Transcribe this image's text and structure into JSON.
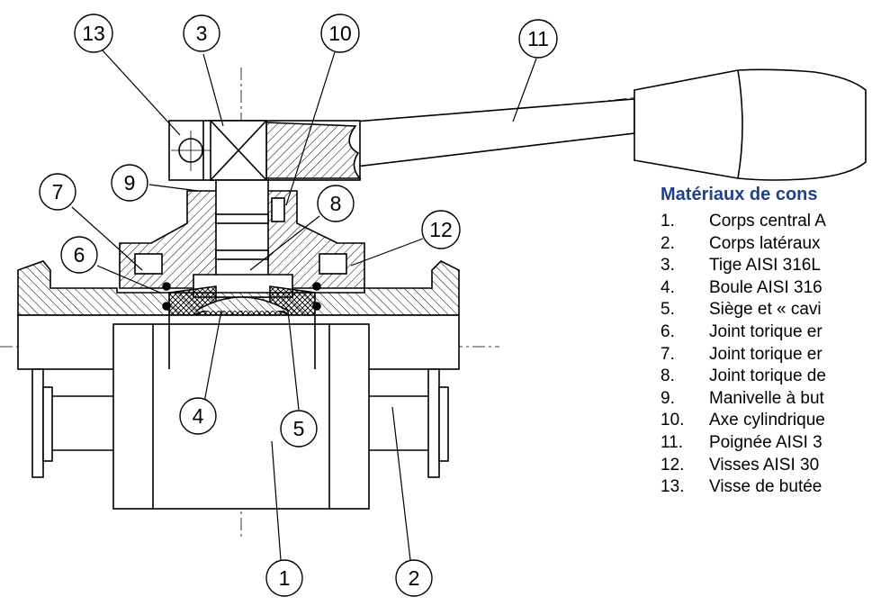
{
  "callouts": [
    {
      "id": "1",
      "label": "1"
    },
    {
      "id": "2",
      "label": "2"
    },
    {
      "id": "3",
      "label": "3"
    },
    {
      "id": "4",
      "label": "4"
    },
    {
      "id": "5",
      "label": "5"
    },
    {
      "id": "6",
      "label": "6"
    },
    {
      "id": "7",
      "label": "7"
    },
    {
      "id": "8",
      "label": "8"
    },
    {
      "id": "9",
      "label": "9"
    },
    {
      "id": "10",
      "label": "10"
    },
    {
      "id": "11",
      "label": "11"
    },
    {
      "id": "12",
      "label": "12"
    },
    {
      "id": "13",
      "label": "13"
    }
  ],
  "materials": {
    "title": "Matériaux de cons",
    "items": [
      {
        "num": "1.",
        "text": "Corps central A"
      },
      {
        "num": "2.",
        "text": "Corps latéraux"
      },
      {
        "num": "3.",
        "text": "Tige AISI 316L"
      },
      {
        "num": "4.",
        "text": "Boule AISI 316"
      },
      {
        "num": "5.",
        "text": "Siège et « cavi"
      },
      {
        "num": "6.",
        "text": "Joint torique er"
      },
      {
        "num": "7.",
        "text": "Joint torique er"
      },
      {
        "num": "8.",
        "text": "Joint torique de"
      },
      {
        "num": "9.",
        "text": "Manivelle à but"
      },
      {
        "num": "10.",
        "text": "Axe cylindrique"
      },
      {
        "num": "11.",
        "text": "Poignée AISI 3"
      },
      {
        "num": "12.",
        "text": "Visses AISI 30"
      },
      {
        "num": "13.",
        "text": "Visse de butée"
      }
    ]
  },
  "colors": {
    "title": "#1f3f8f",
    "line": "#000000"
  }
}
